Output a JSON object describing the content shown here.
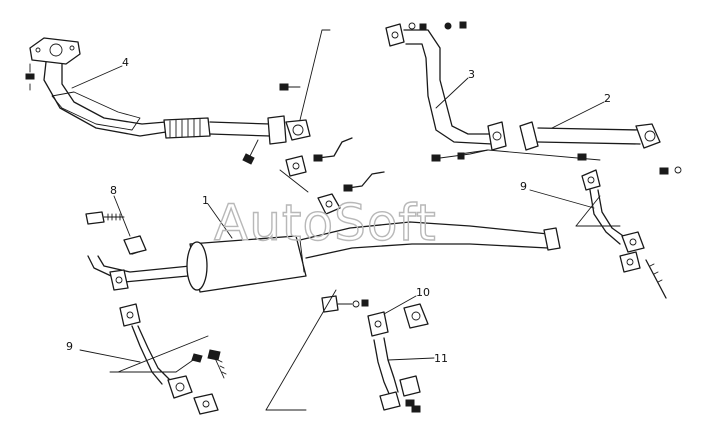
{
  "watermark": "AutoSoft",
  "callouts": [
    "1",
    "2",
    "3",
    "4",
    "8",
    "9",
    "9",
    "10",
    "11"
  ],
  "colors": {
    "line": "#1a1a1a",
    "watermark": "#b8b8b8",
    "background": "#ffffff"
  }
}
